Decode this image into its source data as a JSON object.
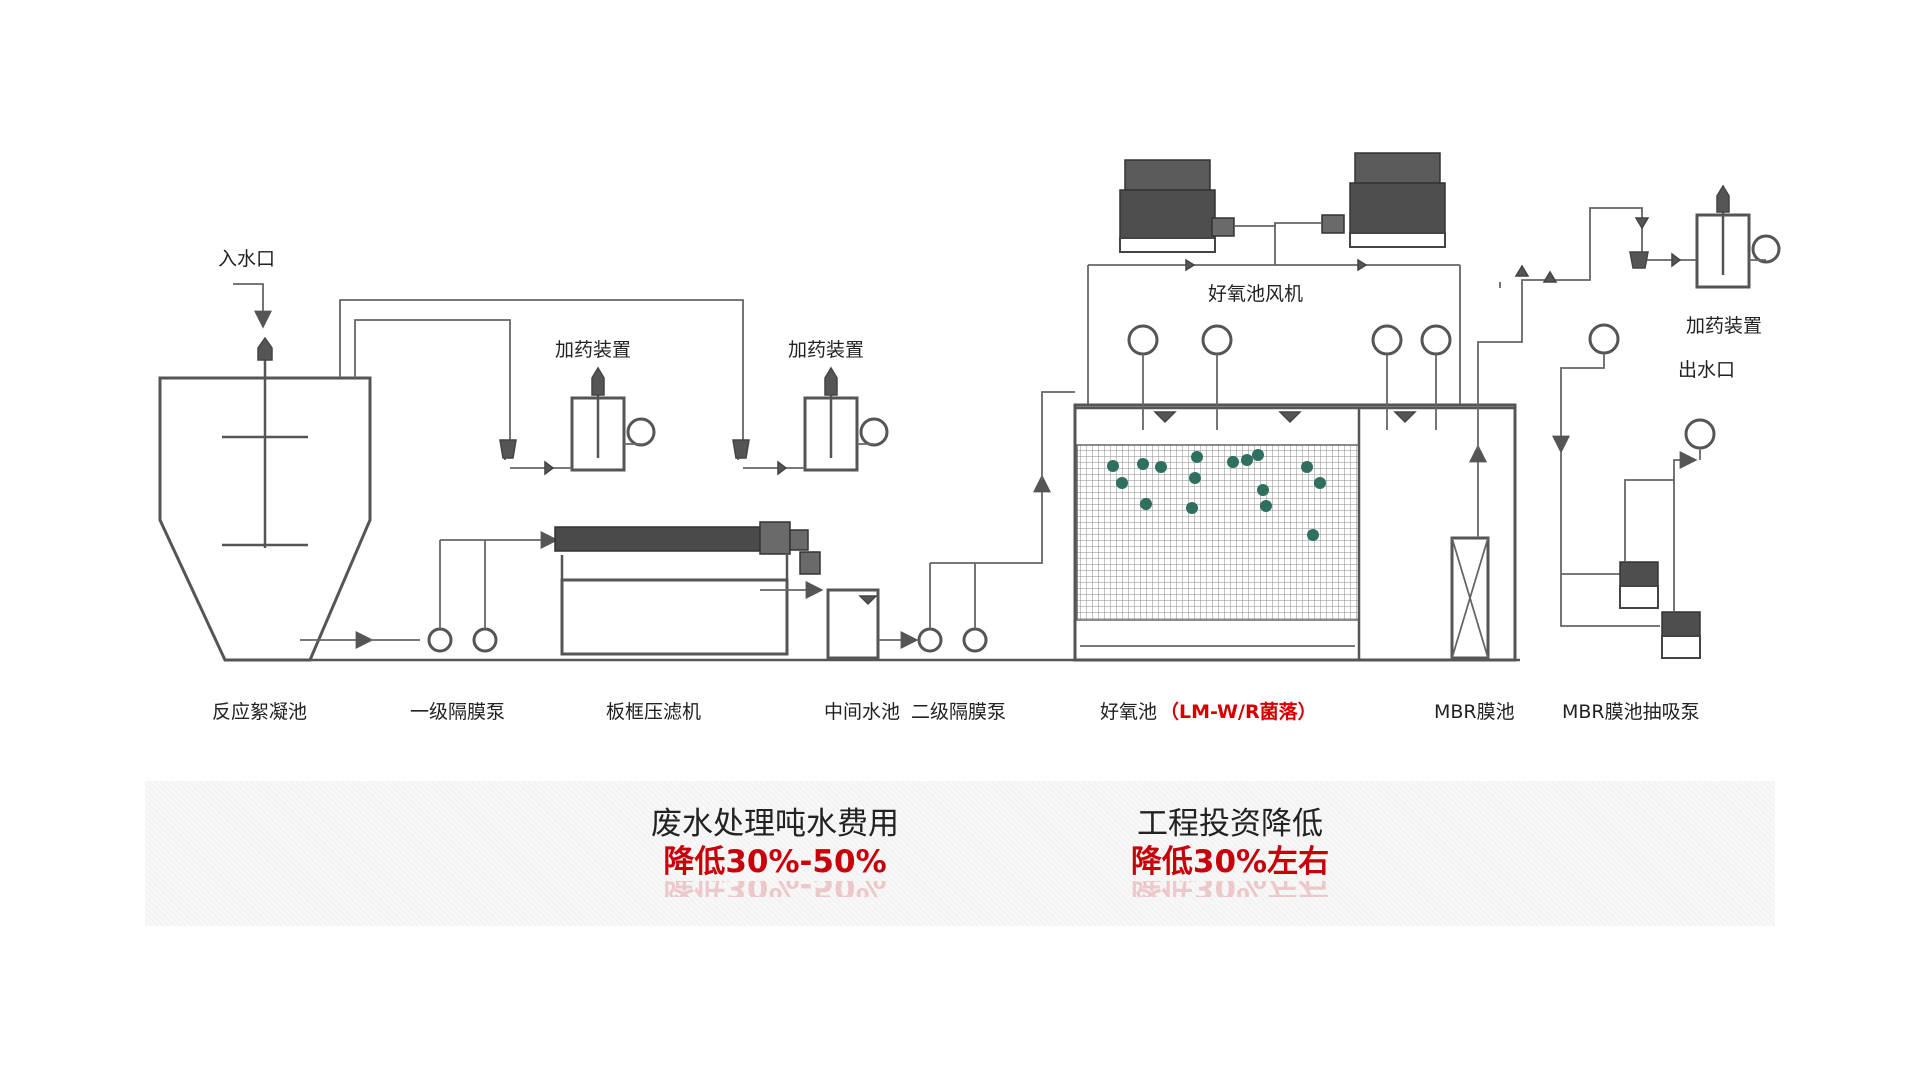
{
  "inlet_label": "入水口",
  "outlet_label": "出水口",
  "dosing_label_1": "加药装置",
  "dosing_label_2": "加药装置",
  "dosing_label_3": "加药装置",
  "blower_label": "好氧池风机",
  "bottom_labels": {
    "reaction_tank": "反应絮凝池",
    "pump_1": "一级隔膜泵",
    "filter_press": "板框压滤机",
    "middle_tank": "中间水池",
    "pump_2": "二级隔膜泵",
    "aerobic_tank": "好氧池",
    "aerobic_bacteria": "（LM-W/R菌落）",
    "mbr_tank": "MBR膜池",
    "mbr_pump": "MBR膜池抽吸泵"
  },
  "stats": [
    {
      "title": "废水处理吨水费用",
      "value": "降低30%-50%"
    },
    {
      "title": "工程投资降低",
      "value": "降低30%左右"
    }
  ],
  "colors": {
    "highlight": "#d40000",
    "line": "#555555",
    "bacteria": "#2f6f5f"
  }
}
